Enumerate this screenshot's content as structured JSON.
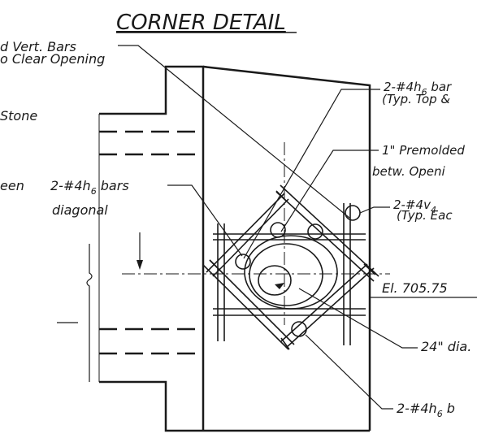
{
  "title": "CORNER DETAIL",
  "labels": {
    "vert_bars_line1": "d Vert. Bars",
    "vert_bars_line2": "o Clear Opening",
    "stone": "Stone",
    "een": "een",
    "bars_4h6_diag_line1": "2-#4h",
    "bars_4h6_diag_sub": "6",
    "bars_4h6_diag_line1_end": " bars",
    "diagonal": "diagonal",
    "top_bars_line1": "2-#4h",
    "top_bars_sub": "6",
    "top_bars_line1_end": " bar",
    "top_bars_line2": "(Typ. Top &",
    "premolded_line1": "1\" Premolded",
    "premolded_line2": "betw. Openi",
    "v4_line1": "2-#4v",
    "v4_sub": "4",
    "v4_line2": "(Typ. Eac",
    "elevation": "El. 705.75",
    "dia": "24\" dia.",
    "bottom_bars": "2-#4h",
    "bottom_bars_sub": "6",
    "bottom_bars_end": " b"
  },
  "colors": {
    "ink": "#1a1a1a",
    "paper": "#ffffff"
  }
}
